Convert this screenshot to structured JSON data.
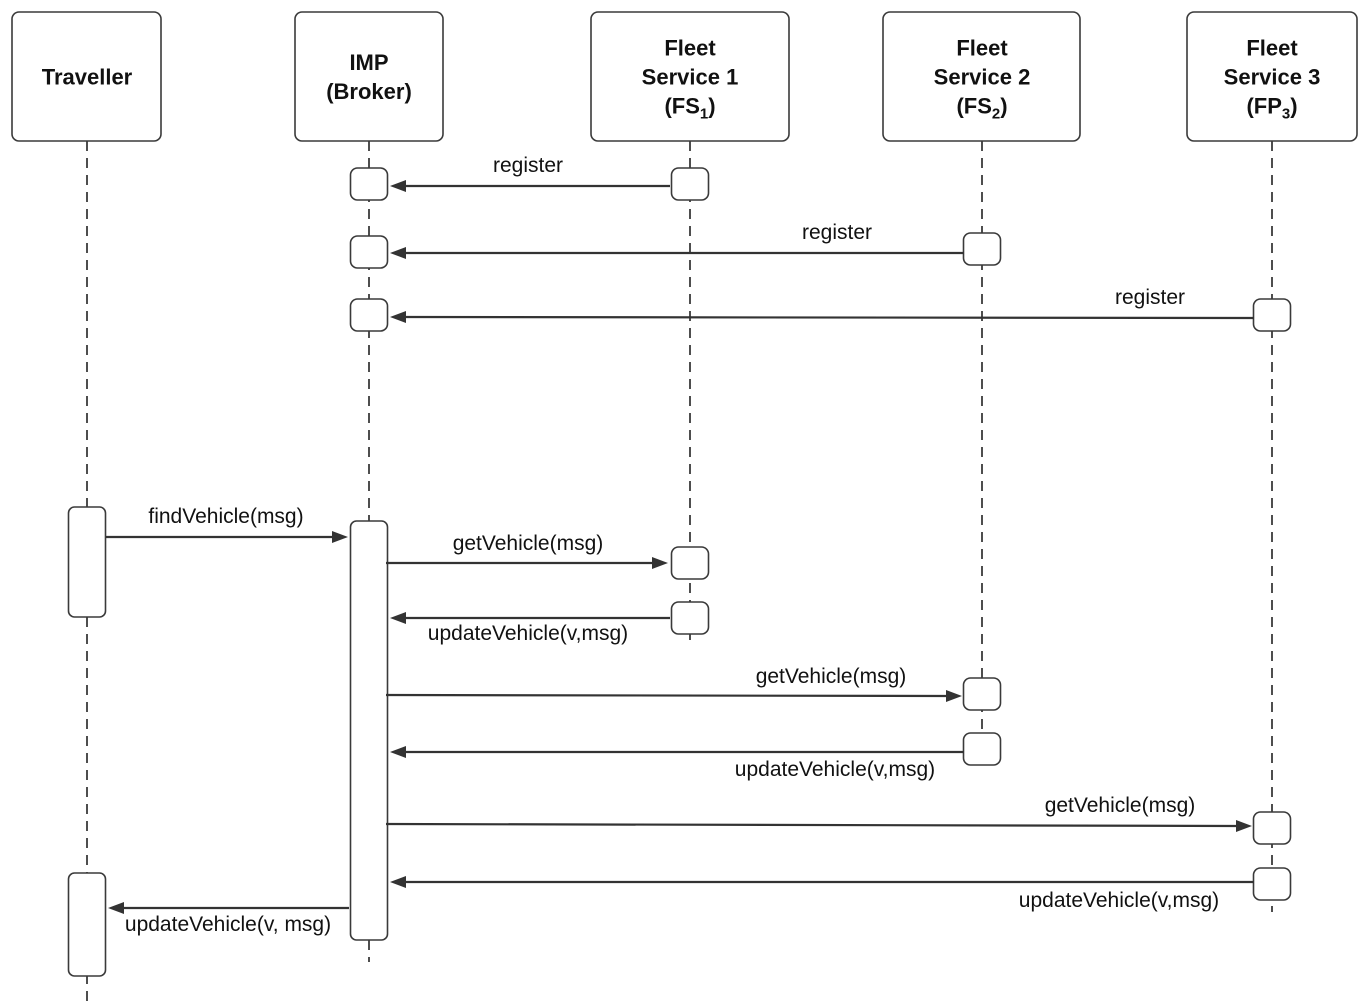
{
  "participants": [
    {
      "id": "traveller",
      "lines": [
        {
          "text": "Traveller"
        }
      ]
    },
    {
      "id": "imp",
      "lines": [
        {
          "text": "IMP"
        },
        {
          "text": "(Broker)"
        }
      ]
    },
    {
      "id": "fs1",
      "lines": [
        {
          "text": "Fleet"
        },
        {
          "text": "Service 1"
        },
        {
          "text": "(FS",
          "sub": "1",
          "after": ")"
        }
      ]
    },
    {
      "id": "fs2",
      "lines": [
        {
          "text": "Fleet"
        },
        {
          "text": "Service 2"
        },
        {
          "text": "(FS",
          "sub": "2",
          "after": ")"
        }
      ]
    },
    {
      "id": "fs3",
      "lines": [
        {
          "text": "Fleet"
        },
        {
          "text": "Service 3"
        },
        {
          "text": "(FP",
          "sub": "3",
          "after": ")"
        }
      ]
    }
  ],
  "messages": [
    {
      "id": "m1",
      "from": "fs1",
      "to": "imp",
      "label": "register"
    },
    {
      "id": "m2",
      "from": "fs2",
      "to": "imp",
      "label": "register"
    },
    {
      "id": "m3",
      "from": "fs3",
      "to": "imp",
      "label": "register"
    },
    {
      "id": "m4",
      "from": "traveller",
      "to": "imp",
      "label": "findVehicle(msg)"
    },
    {
      "id": "m5",
      "from": "imp",
      "to": "fs1",
      "label": "getVehicle(msg)"
    },
    {
      "id": "m6",
      "from": "fs1",
      "to": "imp",
      "label": "updateVehicle(v,msg)"
    },
    {
      "id": "m7",
      "from": "imp",
      "to": "fs2",
      "label": "getVehicle(msg)"
    },
    {
      "id": "m8",
      "from": "fs2",
      "to": "imp",
      "label": "updateVehicle(v,msg)"
    },
    {
      "id": "m9",
      "from": "imp",
      "to": "fs3",
      "label": "getVehicle(msg)"
    },
    {
      "id": "m10",
      "from": "fs3",
      "to": "imp",
      "label": "updateVehicle(v,msg)"
    },
    {
      "id": "m11",
      "from": "imp",
      "to": "traveller",
      "label": "updateVehicle(v, msg)"
    }
  ]
}
